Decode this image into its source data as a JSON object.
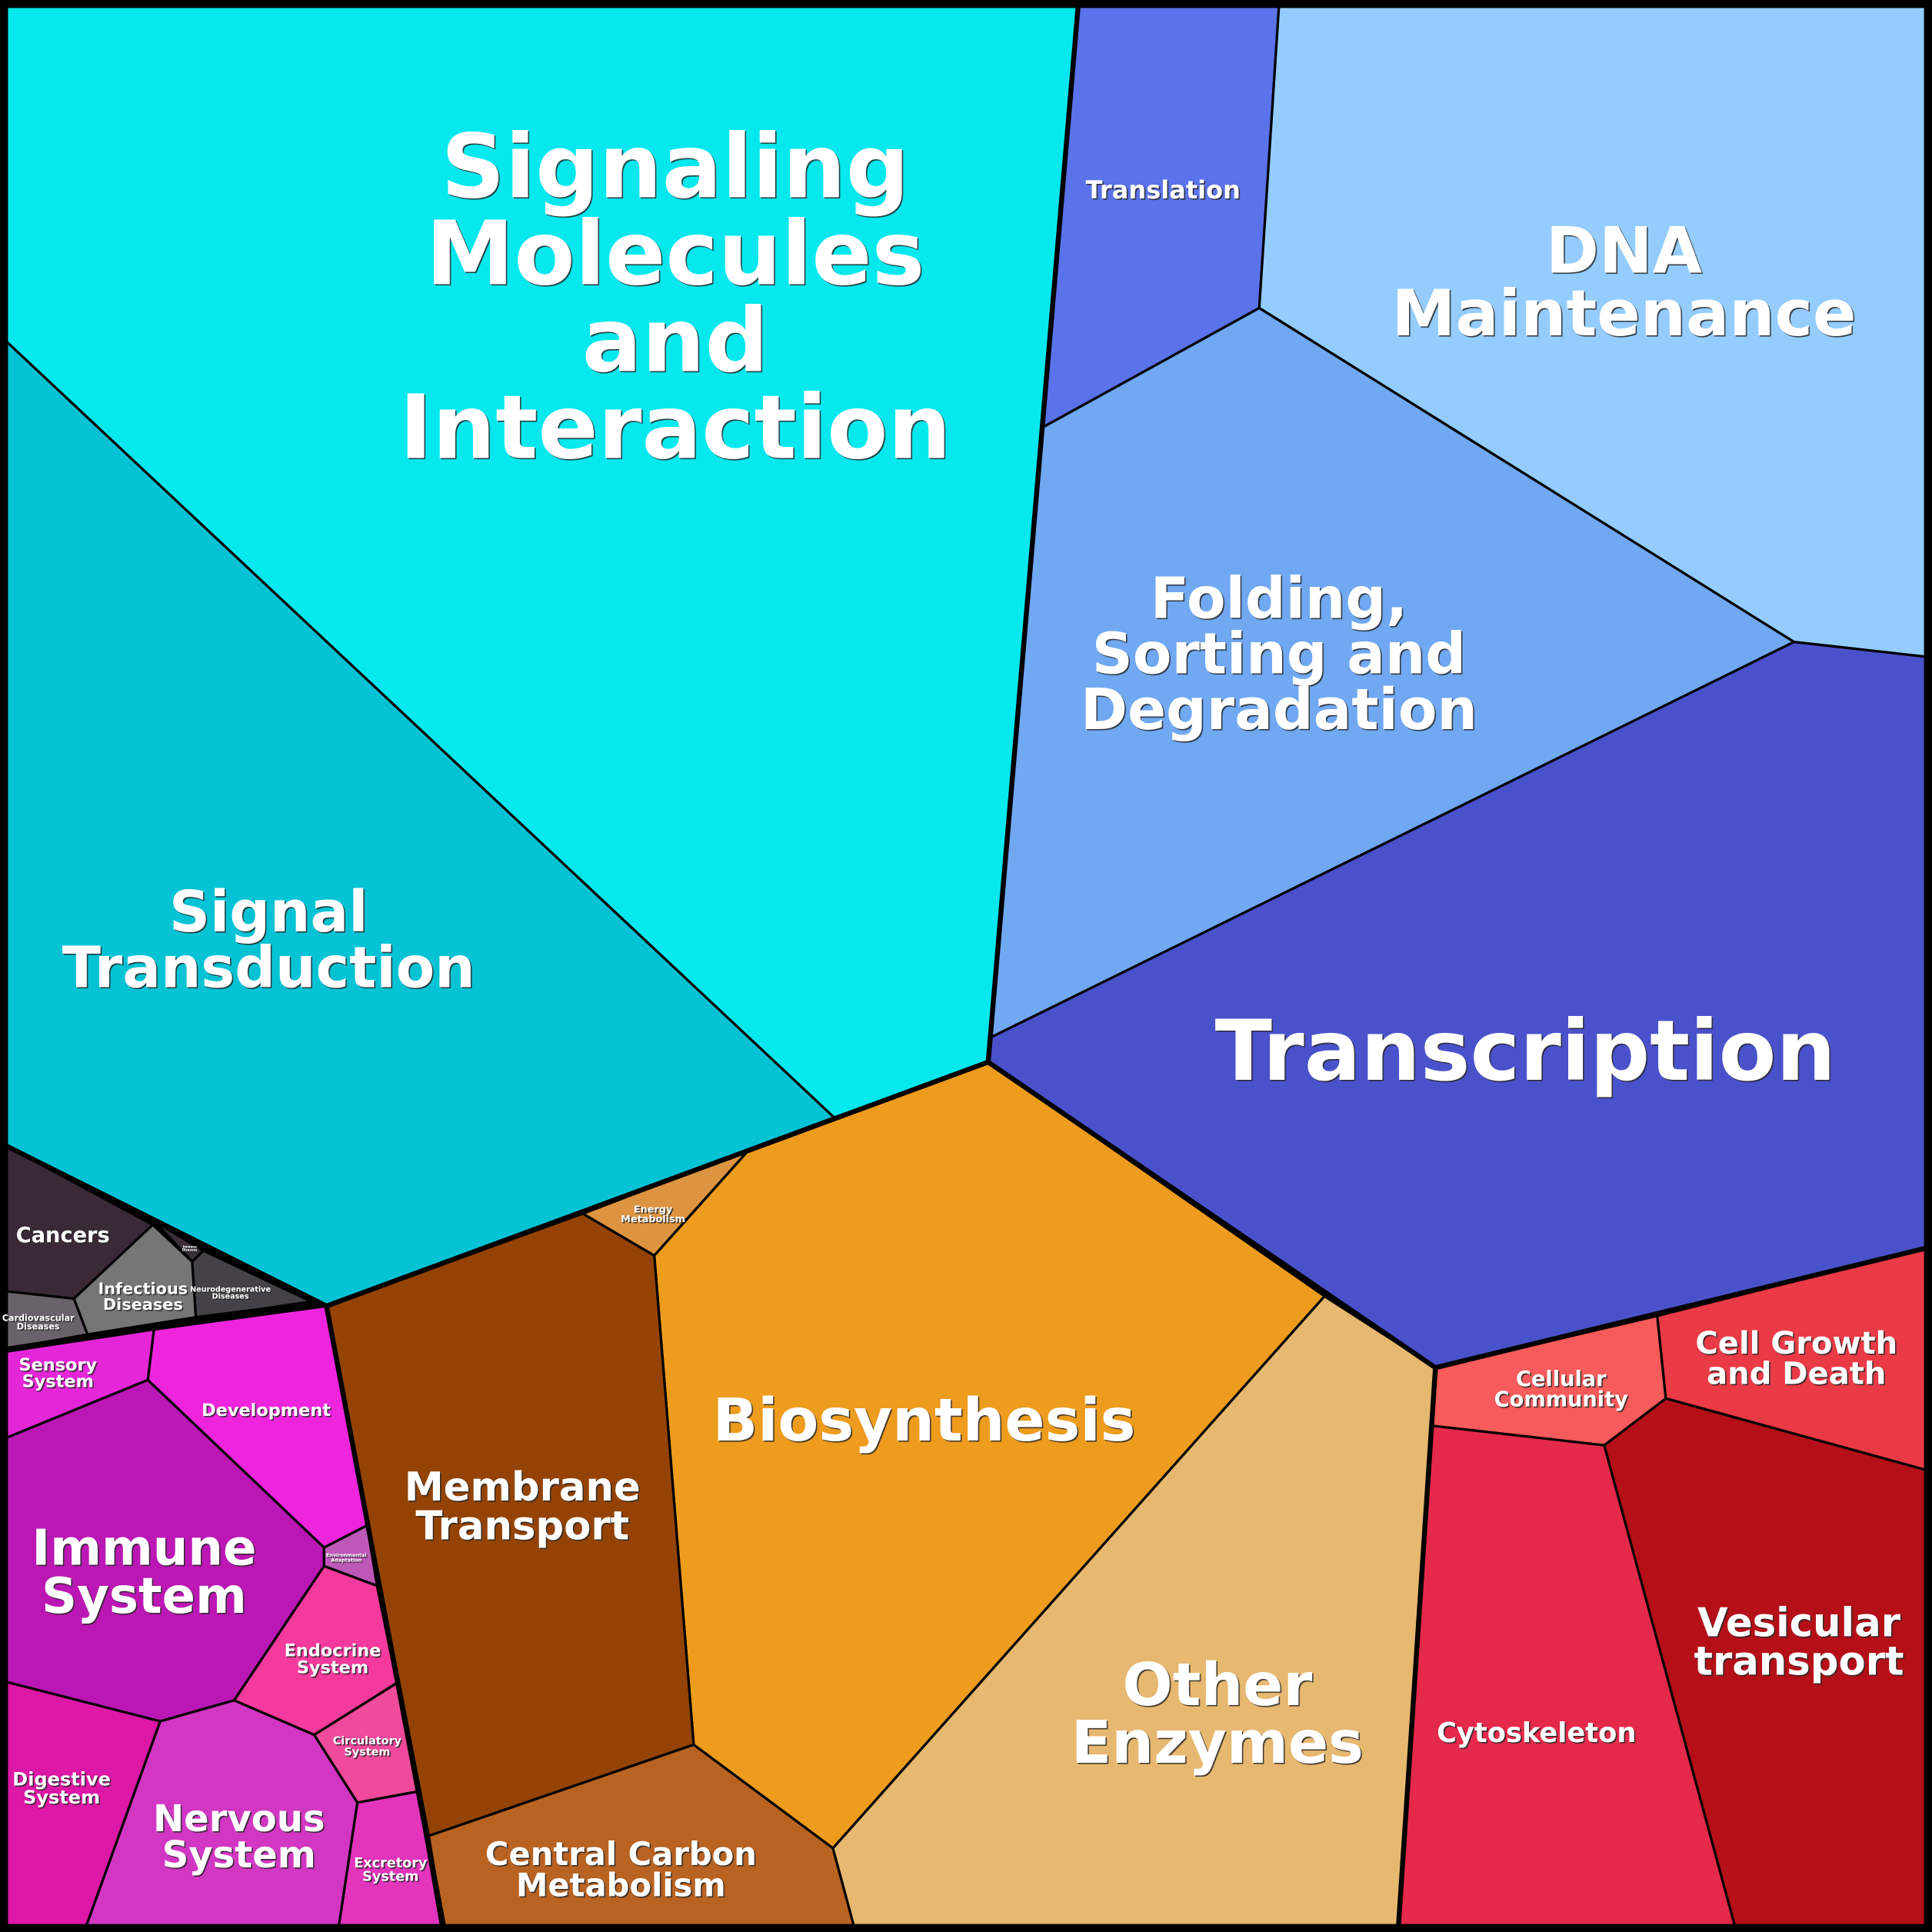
{
  "cells": {
    "signaling": {
      "lines": [
        "Signaling",
        "Molecules",
        "and",
        "Interaction"
      ],
      "color": "#05e8ee"
    },
    "signal_transduction": {
      "lines": [
        "Signal",
        "Transduction"
      ],
      "color": "#05c3d5"
    },
    "translation": {
      "lines": [
        "Translation"
      ],
      "color": "#5a72ea"
    },
    "dna": {
      "lines": [
        "DNA",
        "Maintenance"
      ],
      "color": "#94cdfd"
    },
    "folding": {
      "lines": [
        "Folding,",
        "Sorting and",
        "Degradation"
      ],
      "color": "#70a8f2"
    },
    "transcription": {
      "lines": [
        "Transcription"
      ],
      "color": "#4a52cb"
    },
    "biosynthesis": {
      "lines": [
        "Biosynthesis"
      ],
      "color": "#ee9c1e"
    },
    "energy": {
      "lines": [
        "Energy",
        "Metabolism"
      ],
      "color": "#dd9440"
    },
    "membrane": {
      "lines": [
        "Membrane",
        "Transport"
      ],
      "color": "#944304"
    },
    "central_carbon": {
      "lines": [
        "Central Carbon",
        "Metabolism"
      ],
      "color": "#b86322"
    },
    "other_enzymes": {
      "lines": [
        "Other",
        "Enzymes"
      ],
      "color": "#e7b870"
    },
    "cellular_community": {
      "lines": [
        "Cellular",
        "Community"
      ],
      "color": "#f75b5b"
    },
    "cell_growth": {
      "lines": [
        "Cell Growth",
        "and Death"
      ],
      "color": "#e93a45"
    },
    "cytoskeleton": {
      "lines": [
        "Cytoskeleton"
      ],
      "color": "#e5294a"
    },
    "vesicular": {
      "lines": [
        "Vesicular",
        "transport"
      ],
      "color": "#b50f18"
    },
    "cancers": {
      "lines": [
        "Cancers"
      ],
      "color": "#3a2a38"
    },
    "infectious": {
      "lines": [
        "Infectious",
        "Diseases"
      ],
      "color": "#767676"
    },
    "immune_diseases": {
      "lines": [
        "Immune",
        "Diseases"
      ],
      "color": "#3a2e38"
    },
    "neuro": {
      "lines": [
        "Neurodegenerative",
        "Diseases"
      ],
      "color": "#444246"
    },
    "cardio": {
      "lines": [
        "Cardiovascular",
        "Diseases"
      ],
      "color": "#6a626a"
    },
    "sensory": {
      "lines": [
        "Sensory",
        "System"
      ],
      "color": "#e526d8"
    },
    "development": {
      "lines": [
        "Development"
      ],
      "color": "#ee25dd"
    },
    "immune_system": {
      "lines": [
        "Immune",
        "System"
      ],
      "color": "#bb17b4"
    },
    "env": {
      "lines": [
        "Environmental",
        "Adaptation"
      ],
      "color": "#bd58b8"
    },
    "endocrine": {
      "lines": [
        "Endocrine",
        "System"
      ],
      "color": "#f43a9c"
    },
    "circulatory": {
      "lines": [
        "Circulatory",
        "System"
      ],
      "color": "#ef4a9c"
    },
    "excretory": {
      "lines": [
        "Excretory",
        "System"
      ],
      "color": "#e334bc"
    },
    "nervous": {
      "lines": [
        "Nervous",
        "System"
      ],
      "color": "#d237c3"
    },
    "digestive": {
      "lines": [
        "Digestive",
        "System"
      ],
      "color": "#dd17a6"
    }
  }
}
